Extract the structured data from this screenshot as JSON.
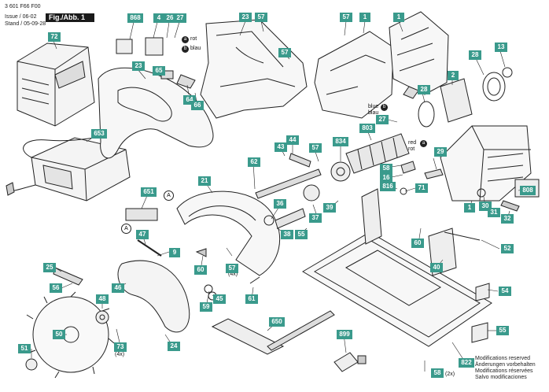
{
  "header": {
    "doc_number": "3 601 F66 F00",
    "issue": "Issue / 06-02",
    "stand": "Stand / 05-09-28",
    "figure": "Fig./Abb. 1"
  },
  "notes": [
    "Modifications reserved",
    "Änderungen vorbehalten",
    "Modifications réservées",
    "Salvo modificaciones"
  ],
  "wire_labels": {
    "a_text": "rot",
    "b_text": "blau",
    "blue_1": "blue",
    "blue_2": "blau",
    "red_1": "red",
    "red_2": "rot",
    "letter_a": "a",
    "letter_b": "b",
    "view_A": "A"
  },
  "quantities": {
    "q4x_57": "(4x)",
    "q4x_73": "(4x)",
    "q2x_58": "(2x)"
  },
  "parts": {
    "p868": "868",
    "p4": "4",
    "p26": "26",
    "p27a": "27",
    "p23a": "23",
    "p57a": "57",
    "p57b": "57",
    "p1a": "1",
    "p1b": "1",
    "p72": "72",
    "p23b": "23",
    "p65": "65",
    "p64": "64",
    "p66": "66",
    "p57c": "57",
    "p28a": "28",
    "p13": "13",
    "p2": "2",
    "p28b": "28",
    "p803": "803",
    "p27b": "27",
    "p653": "653",
    "p43": "43",
    "p44": "44",
    "p57d": "57",
    "p834": "834",
    "p62": "62",
    "p58a": "58",
    "p16": "16",
    "p816": "816",
    "p71": "71",
    "p29": "29",
    "p21": "21",
    "p651": "651",
    "p36": "36",
    "p37": "37",
    "p39": "39",
    "p38": "38",
    "p55a": "55",
    "p30": "30",
    "p31": "31",
    "p32": "32",
    "p808": "808",
    "p1c": "1",
    "p47": "47",
    "p9": "9",
    "p60a": "60",
    "p57e": "57",
    "p25": "25",
    "p56": "56",
    "p46": "46",
    "p60b": "60",
    "p45": "45",
    "p61": "61",
    "p52": "52",
    "p40": "40",
    "p54": "54",
    "p48": "48",
    "p59": "59",
    "p650": "650",
    "p55b": "55",
    "p50": "50",
    "p73": "73",
    "p24": "24",
    "p51": "51",
    "p899": "899",
    "p822": "822",
    "p58b": "58"
  }
}
